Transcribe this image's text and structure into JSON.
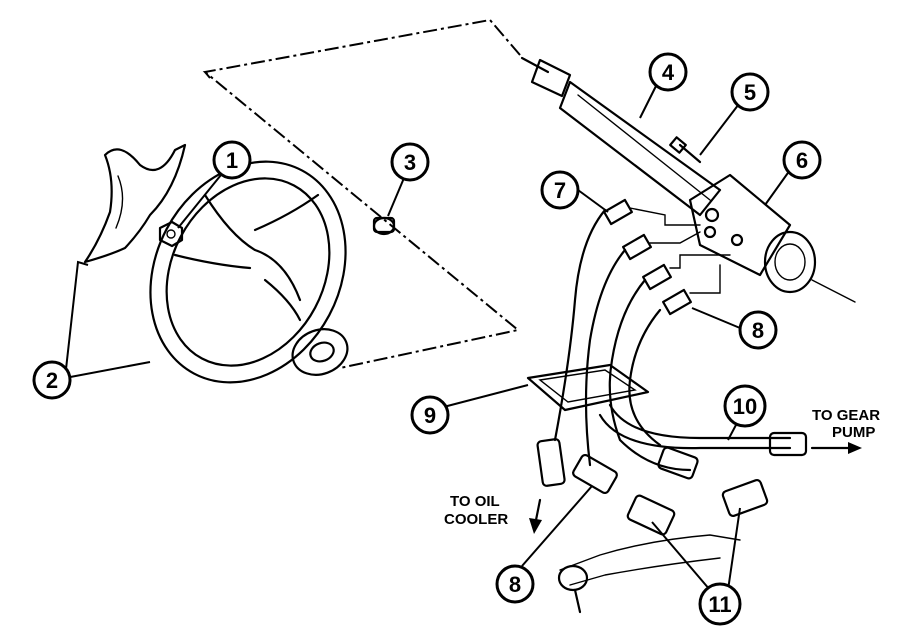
{
  "callouts": {
    "c1": "1",
    "c2": "2",
    "c3": "3",
    "c4": "4",
    "c5": "5",
    "c6": "6",
    "c7": "7",
    "c8a": "8",
    "c8b": "8",
    "c9": "9",
    "c10": "10",
    "c11": "11"
  },
  "notes": {
    "gear_pump_line1": "TO GEAR",
    "gear_pump_line2": "PUMP",
    "oil_cooler_line1": "TO OIL",
    "oil_cooler_line2": "COOLER"
  },
  "colors": {
    "ink": "#000000",
    "paper": "#ffffff"
  }
}
